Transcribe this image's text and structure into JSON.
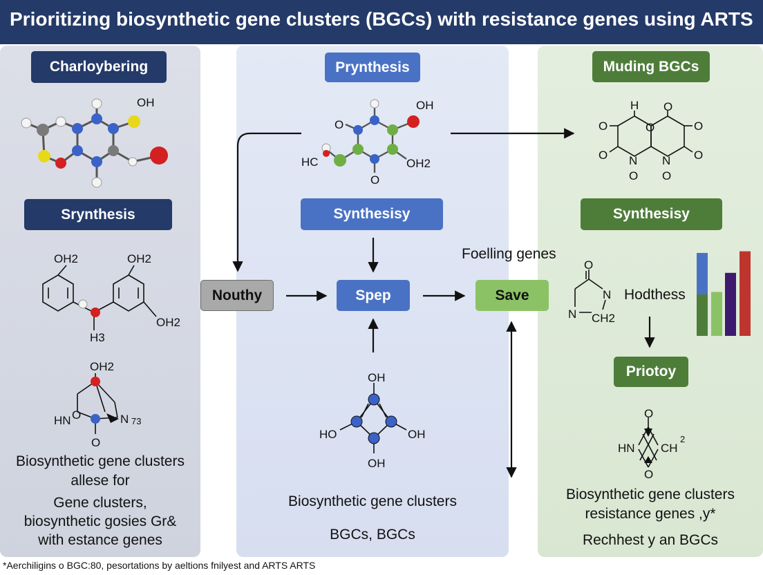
{
  "header": {
    "title": "Prioritizing biosynthetic gene clusters (BGCs) with resistance genes using ARTS"
  },
  "left": {
    "box1": "Charloybering",
    "box2": "Srynthesis",
    "text_lines": [
      "Biosynthetic gene clusters",
      "allese for",
      "Gene clusters,",
      "biosynthetic gosies Gr&",
      "with estance genes"
    ],
    "mol_labels": [
      "OH",
      "OH2",
      "OH2",
      "OH2",
      "H3",
      "OH2",
      "HN",
      "O",
      "N",
      "O",
      "73"
    ]
  },
  "middle": {
    "box1": "Prynthesis",
    "box2": "Synthesisy",
    "box3": "Spep",
    "text_lines": [
      "Biosynthetic gene clusters",
      "BGCs, BGCs"
    ],
    "mol_labels": [
      "O",
      "OH",
      "HC",
      "OH2",
      "O",
      "OH",
      "HO",
      "OH",
      "OH"
    ]
  },
  "flow": {
    "nouthy": "Nouthy",
    "save": "Save",
    "label": "Foelling genes"
  },
  "right": {
    "box1": "Muding BGCs",
    "box2": "Synthesisy",
    "box3": "Priotoy",
    "label": "Hodthess",
    "text_lines": [
      "Biosynthetic gene clusters",
      "resistance genes ,y*",
      "Rechhest y an BGCs"
    ],
    "mol_labels": [
      "H",
      "O",
      "O",
      "O",
      "O",
      "O",
      "O",
      "N",
      "N",
      "O",
      "O",
      "O",
      "N",
      "N",
      "CH2",
      "O",
      "HN",
      "CH",
      "2",
      "O"
    ]
  },
  "bars": {
    "values": [
      1,
      0.5,
      0.53,
      0.76,
      1.02
    ],
    "colors": [
      "#4a72c4",
      "#4e7d3a",
      "#8cc266",
      "#3d1a6e",
      "#c0342e"
    ]
  },
  "footnote": "*Aerchiligins o BGC:80, pesortations by aeltions fnilyest and ARTS ARTS"
}
